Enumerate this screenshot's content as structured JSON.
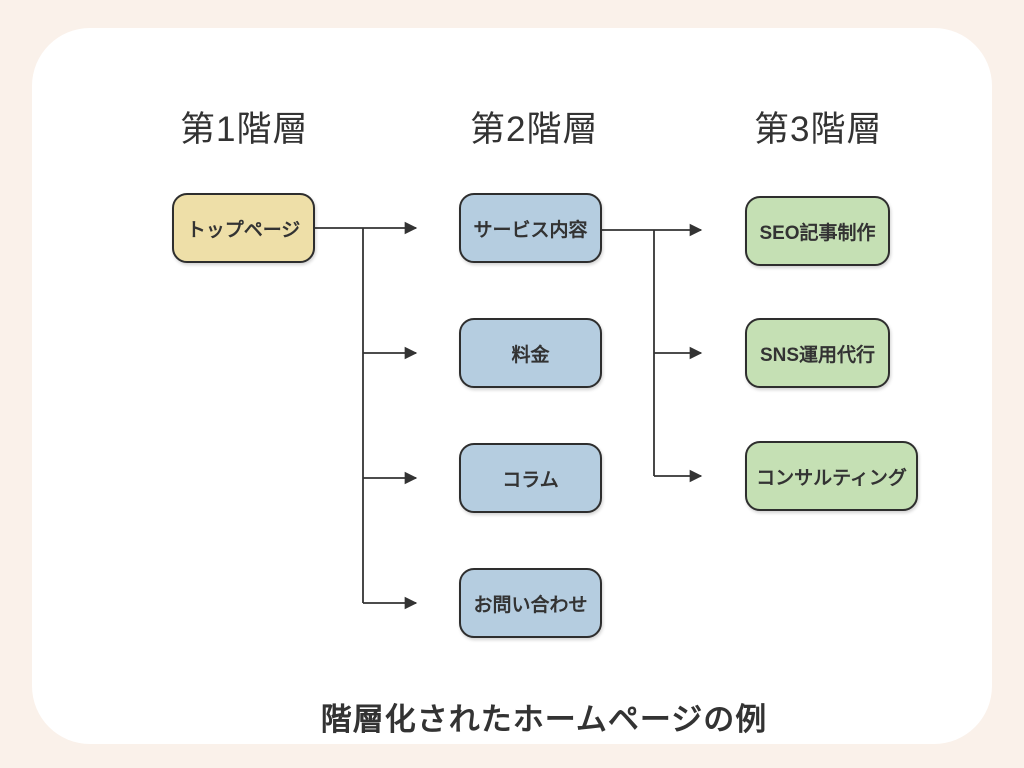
{
  "diagram": {
    "headers": [
      {
        "label": "第1階層"
      },
      {
        "label": "第2階層"
      },
      {
        "label": "第3階層"
      }
    ],
    "nodes": {
      "level1": [
        {
          "label": "トップページ"
        }
      ],
      "level2": [
        {
          "label": "サービス内容"
        },
        {
          "label": "料金"
        },
        {
          "label": "コラム"
        },
        {
          "label": "お問い合わせ"
        }
      ],
      "level3": [
        {
          "label": "SEO記事制作"
        },
        {
          "label": "SNS運用代行"
        },
        {
          "label": "コンサルティング"
        }
      ]
    },
    "connections": [
      {
        "from": "トップページ",
        "to": "サービス内容"
      },
      {
        "from": "トップページ",
        "to": "料金"
      },
      {
        "from": "トップページ",
        "to": "コラム"
      },
      {
        "from": "トップページ",
        "to": "お問い合わせ"
      },
      {
        "from": "サービス内容",
        "to": "SEO記事制作"
      },
      {
        "from": "サービス内容",
        "to": "SNS運用代行"
      },
      {
        "from": "サービス内容",
        "to": "コンサルティング"
      }
    ],
    "caption": "階層化されたホームページの例",
    "colors": {
      "page_background": "#faf1ea",
      "card_background": "#ffffff",
      "level1_fill": "#eedfa8",
      "level2_fill": "#b5cde0",
      "level3_fill": "#c5e0b4",
      "node_border": "#2e2e2e",
      "connector": "#333333",
      "text": "#333333"
    }
  }
}
